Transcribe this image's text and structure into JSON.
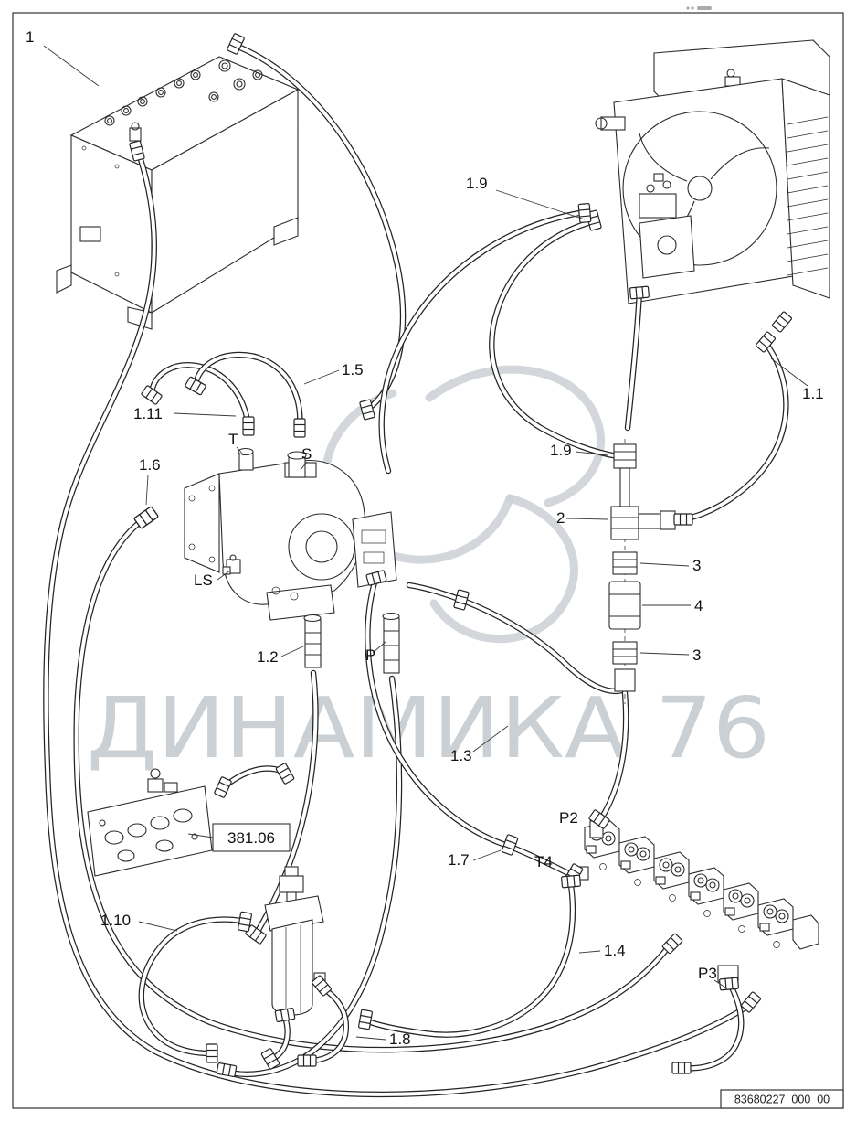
{
  "drawing": {
    "watermark": "ДИНАМИКА 76",
    "doc_number": "83680227_000_00"
  },
  "callouts": {
    "tank": "1",
    "hose_1_1": "1.1",
    "fitting_1_2": "1.2",
    "hose_1_3": "1.3",
    "hose_1_4": "1.4",
    "hose_1_5": "1.5",
    "fitting_1_6": "1.6",
    "hose_1_7": "1.7",
    "hose_1_8": "1.8",
    "hose_1_9_upper": "1.9",
    "hose_1_9_lower": "1.9",
    "hose_1_10": "1.10",
    "hose_1_11": "1.11",
    "fitting_2": "2",
    "fitting_3_upper": "3",
    "fitting_3_lower": "3",
    "part_4": "4",
    "port_T": "T",
    "port_S": "S",
    "port_LS": "LS",
    "port_P": "P",
    "port_P2": "P2",
    "port_P3": "P3",
    "port_T4": "T4",
    "ref_block": "381.06"
  }
}
